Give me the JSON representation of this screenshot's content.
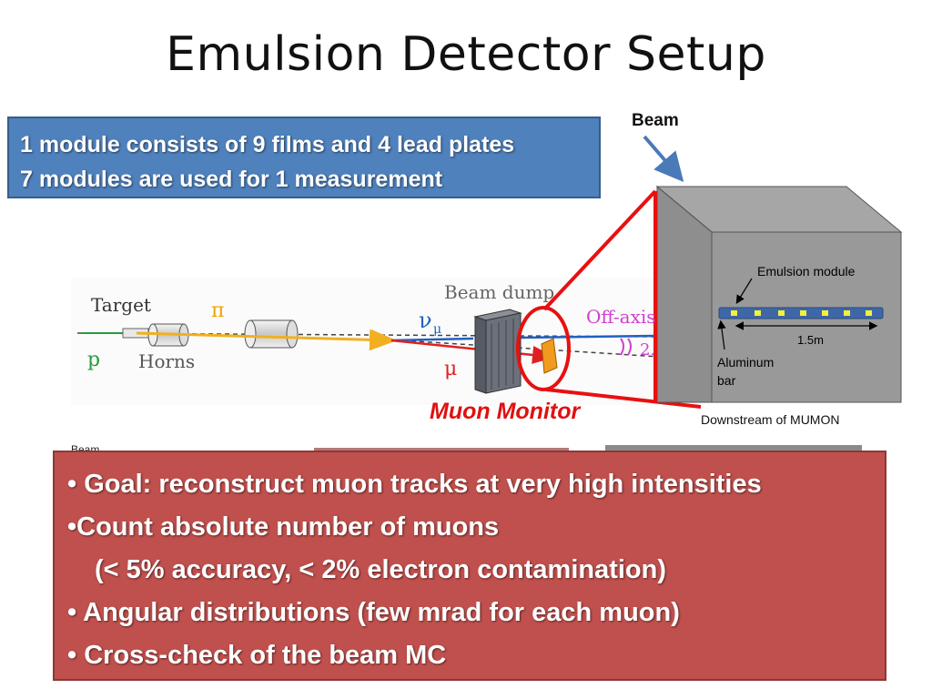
{
  "title": "Emulsion Detector Setup",
  "info_box": {
    "line1": "1 module consists of 9 films and 4 lead plates",
    "line2": "7 modules are used for 1 measurement"
  },
  "beam_label": "Beam",
  "small_beam_label": "Beam",
  "muon_monitor_label": "Muon Monitor",
  "downstream_label": "Downstream of MUMON",
  "emulsion_module_label": "Emulsion module",
  "distance_label": "1.5m",
  "aluminum_label_1": "Aluminum",
  "aluminum_label_2": "bar",
  "beamline": {
    "target": "Target",
    "pi": "π",
    "p": "p",
    "horns": "Horns",
    "beam_dump": "Beam dump",
    "nu_mu": "ν",
    "nu_mu_sub": "μ",
    "mu": "μ",
    "off_axis": "Off-axis",
    "angle": "2."
  },
  "goal_box": {
    "line1": "• Goal: reconstruct muon tracks at very high intensities",
    "line2": "•Count absolute number of muons",
    "line3": "(< 5% accuracy, < 2% electron contamination)",
    "line4": "• Angular distributions (few mrad for each muon)",
    "line5": "• Cross-check of the beam MC"
  },
  "colors": {
    "info_box": "#4f81bd",
    "goal_box": "#c0504d",
    "red_highlight": "#e81010",
    "pion_track": "#f0b020",
    "neutrino_track": "#2060c0",
    "muon_track": "#e02020",
    "off_axis": "#d040d0",
    "arrow_blue": "#4a7ab8"
  }
}
